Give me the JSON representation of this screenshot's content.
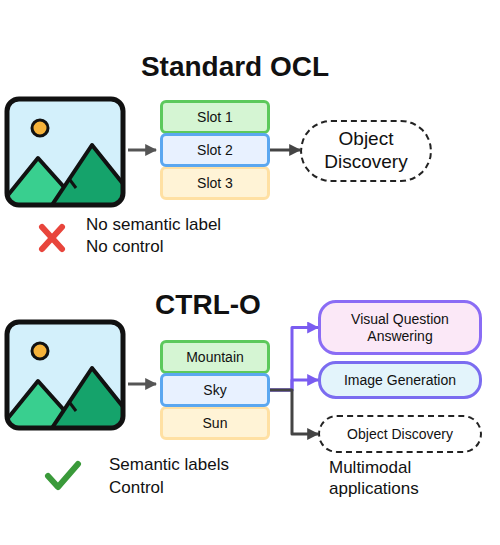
{
  "diagram": {
    "nodes": [
      {
        "text": [
          "Slot 1"
        ]
      },
      {
        "text": [
          "Slot 2"
        ]
      },
      {
        "text": [
          "Slot 3"
        ]
      },
      {
        "text": [
          "Object Discovery"
        ]
      },
      {
        "text": [
          "Mountain"
        ]
      },
      {
        "text": [
          "Sky"
        ]
      },
      {
        "text": [
          "Sun"
        ]
      },
      {
        "text": [
          "Visual Question Answering"
        ]
      },
      {
        "text": [
          "Image Generation"
        ]
      },
      {
        "text": [
          "Object Discovery"
        ]
      }
    ],
    "edges": [
      {
        "from": 1,
        "to": 3,
        "arrow": "to"
      },
      {
        "from": 5,
        "to": 7,
        "arrow": "to"
      },
      {
        "from": 5,
        "to": 8,
        "arrow": "to"
      },
      {
        "from": 5,
        "to": 9,
        "arrow": "to"
      }
    ],
    "labels": [
      "Standard OCL",
      "No semantic label",
      "No control",
      "CTRL-O",
      "Semantic labels",
      "Control",
      "Multimodal applications"
    ]
  }
}
